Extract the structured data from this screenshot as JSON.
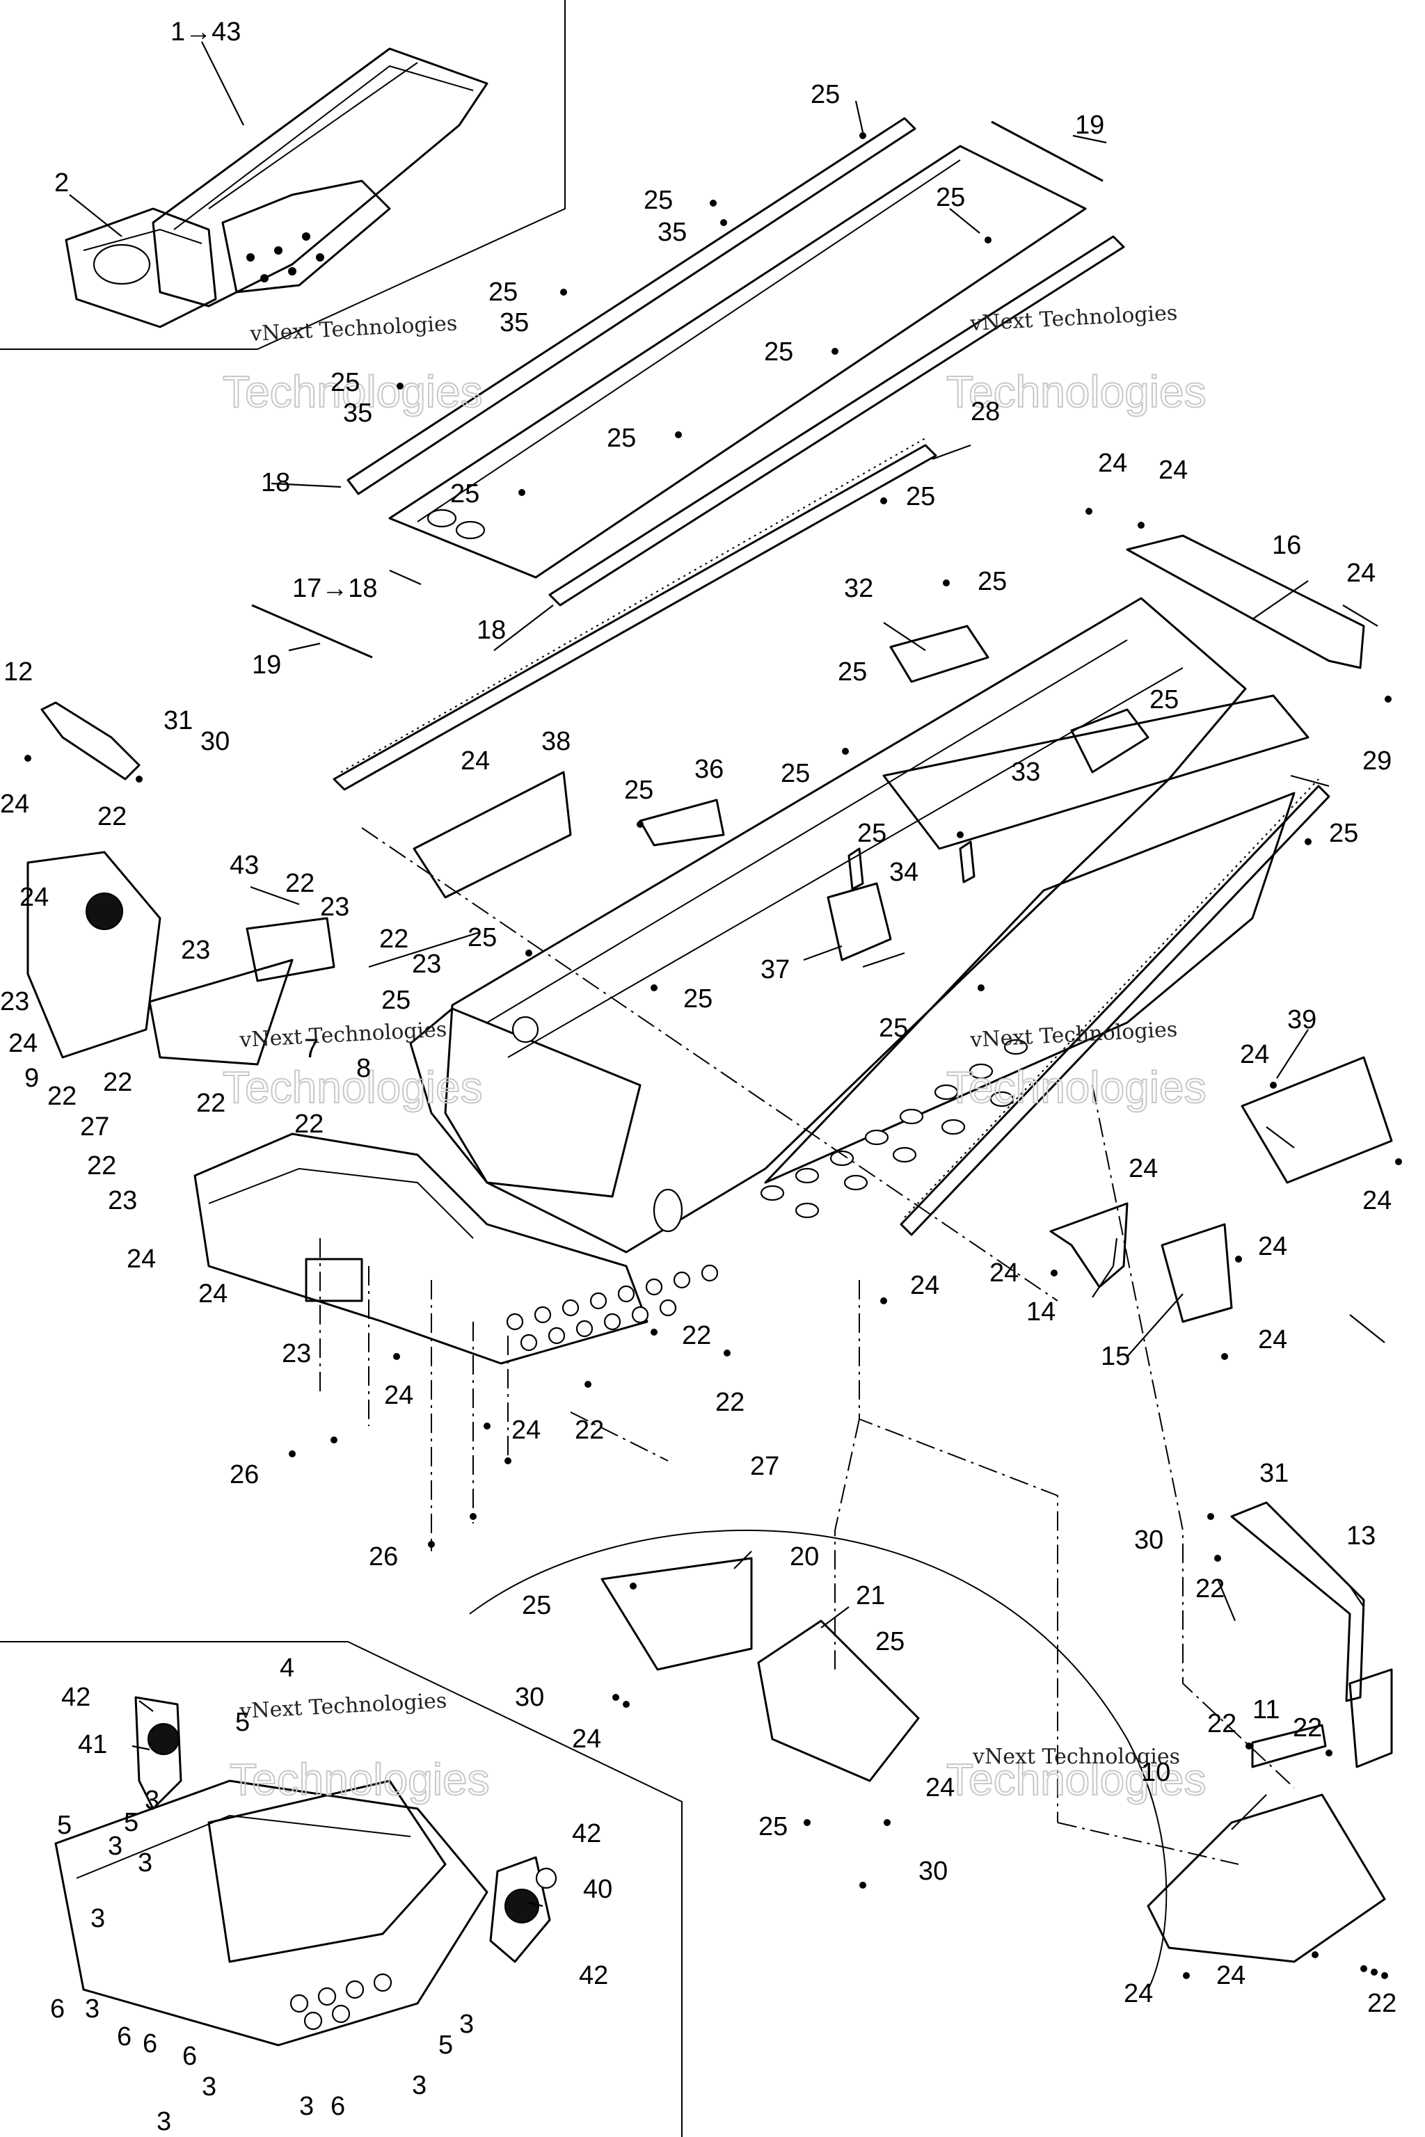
{
  "watermark": {
    "brand_line": "vNext Technologies",
    "big_line": "Technologies"
  },
  "inset_top_left": {
    "range_label": "1→43",
    "part_label": "2"
  },
  "inset_bottom_left": {
    "labels": [
      "42",
      "41",
      "4",
      "5",
      "5",
      "5",
      "3",
      "3",
      "3",
      "3",
      "6",
      "3",
      "6",
      "6",
      "6",
      "3",
      "3",
      "3",
      "6",
      "5",
      "3",
      "3",
      "42",
      "40",
      "42"
    ]
  },
  "callouts": {
    "n25a": "25",
    "n19a": "19",
    "n25b": "25",
    "n35a": "35",
    "n25c": "25",
    "n25d": "25",
    "n35b": "35",
    "n25e": "25",
    "n25f": "25",
    "n35c": "35",
    "n18a": "18",
    "n25g": "25",
    "n25h": "25",
    "n28": "28",
    "n25i": "25",
    "n17to18": "17→18",
    "n18b": "18",
    "n19b": "19",
    "n24a": "24",
    "n24b": "24",
    "n16": "16",
    "n24c": "24",
    "n32": "32",
    "n25j": "25",
    "n25k": "25",
    "n12": "12",
    "n31a": "31",
    "n30a": "30",
    "n24d": "24",
    "n22a": "22",
    "n24e": "24",
    "n38": "38",
    "n25l": "25",
    "n36": "36",
    "n25m": "25",
    "n25n": "25",
    "n33": "33",
    "n29": "29",
    "n25o": "25",
    "n43": "43",
    "n24f": "24",
    "n22b": "22",
    "n23a": "23",
    "n22c": "22",
    "n23b": "23",
    "n23c": "23",
    "n25p": "25",
    "n34": "34",
    "n37": "37",
    "n23d": "23",
    "n25q": "25",
    "n24g": "24",
    "n8": "8",
    "n25r": "25",
    "n9": "9",
    "n22d": "22",
    "n22e": "22",
    "n7": "7",
    "n25s": "25",
    "n39": "39",
    "n24h": "24",
    "n22f": "22",
    "n22g": "22",
    "n27a": "27",
    "n22h": "22",
    "n23e": "23",
    "n24i": "24",
    "n24j": "24",
    "n24k": "24",
    "n24l": "24",
    "n24m": "24",
    "n14": "14",
    "n24n": "24",
    "n15": "15",
    "n24o": "24",
    "n24p": "24",
    "n23f": "23",
    "n22i": "22",
    "n24q": "24",
    "n22j": "22",
    "n22k": "22",
    "n24r": "24",
    "n27b": "27",
    "n26a": "26",
    "n26b": "26",
    "n20": "20",
    "n21": "21",
    "n25t": "25",
    "n30b": "30",
    "n25u": "25",
    "n24s": "24",
    "n24t": "24",
    "n25v": "25",
    "n30c": "30",
    "n31b": "31",
    "n30d": "30",
    "n13": "13",
    "n22l": "22",
    "n11": "11",
    "n22m": "22",
    "n22n": "22",
    "n10": "10",
    "n24u": "24",
    "n24v": "24",
    "n22o": "22"
  }
}
